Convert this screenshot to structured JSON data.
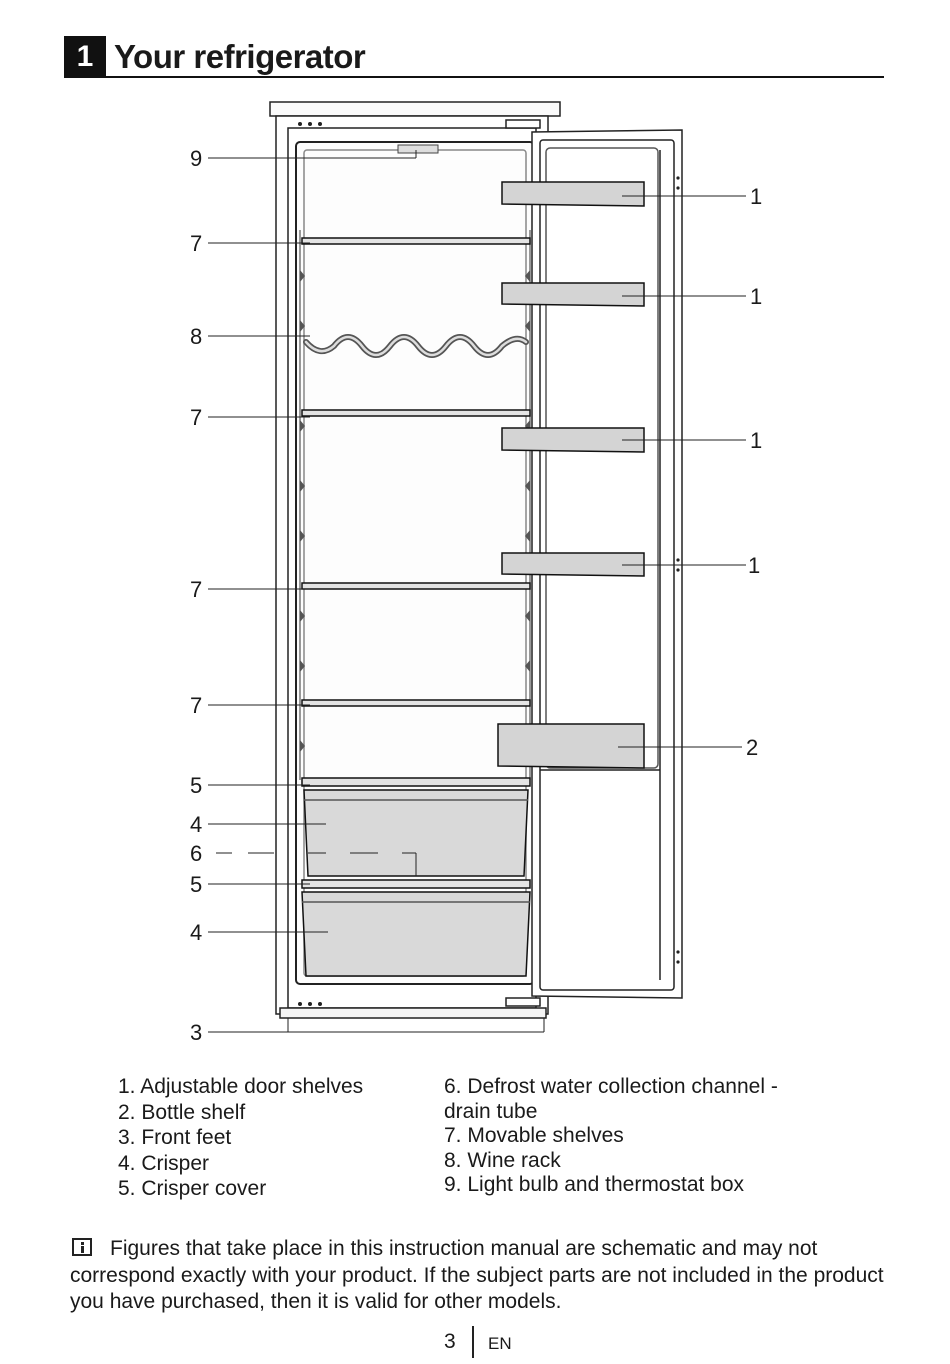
{
  "header": {
    "chapter_number": "1",
    "title": "Your refrigerator"
  },
  "diagram": {
    "left_callouts": [
      "9",
      "7",
      "8",
      "7",
      "7",
      "7",
      "5",
      "4",
      "6",
      "5",
      "4",
      "3"
    ],
    "right_callouts": [
      "1",
      "1",
      "1",
      "1",
      "2"
    ]
  },
  "legend": {
    "left": [
      "1. Adjustable door shelves",
      "2. Bottle shelf",
      "3. Front feet",
      "4. Crisper",
      "5. Crisper cover"
    ],
    "right": [
      "6. Defrost water collection channel -",
      "drain tube",
      "7. Movable shelves",
      "8. Wine rack",
      "9. Light bulb and thermostat box"
    ]
  },
  "note": {
    "icon": "info-icon",
    "text": "Figures that take place in this instruction manual are schematic and may not correspond exactly with your product. If the subject parts are not included in the product you have purchased, then it is valid for other models."
  },
  "footer": {
    "page_number": "3",
    "language": "EN"
  }
}
